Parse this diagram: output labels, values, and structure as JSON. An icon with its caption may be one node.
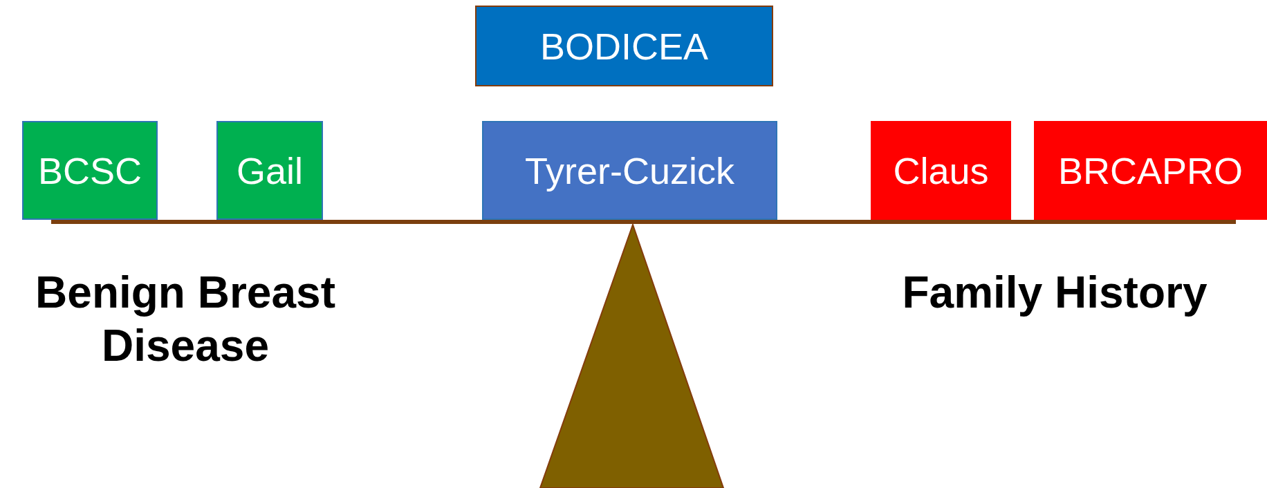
{
  "diagram": {
    "nodes": [
      {
        "text": [
          "BODICEA"
        ]
      },
      {
        "text": [
          "BCSC"
        ]
      },
      {
        "text": [
          "Gail"
        ]
      },
      {
        "text": [
          "Tyrer-Cuzick"
        ]
      },
      {
        "text": [
          "Claus"
        ]
      },
      {
        "text": [
          "BRCAPRO"
        ]
      }
    ],
    "labels": [
      "Benign Breast Disease",
      "Family History"
    ]
  }
}
